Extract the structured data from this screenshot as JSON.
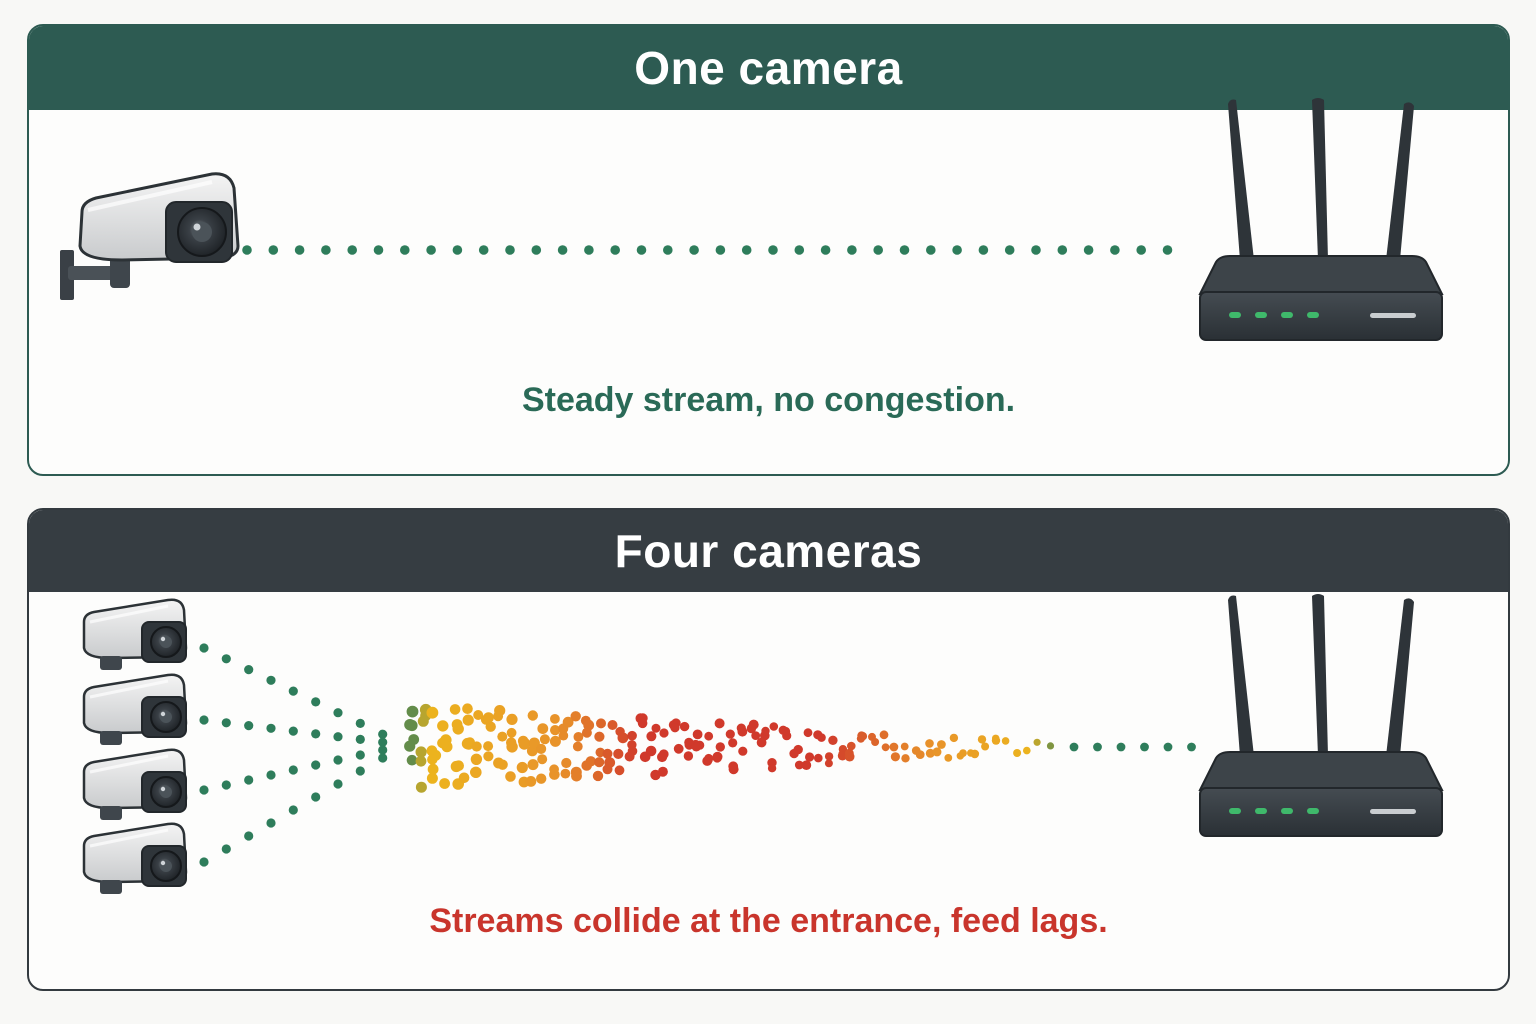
{
  "panels": {
    "one_camera": {
      "title": "One camera",
      "caption": "Steady stream, no congestion.",
      "camera_count": 1,
      "status": "steady"
    },
    "four_cameras": {
      "title": "Four cameras",
      "caption": "Streams collide at the entrance, feed lags.",
      "camera_count": 4,
      "status": "congested"
    }
  },
  "devices": {
    "source_icon": "security-camera-icon",
    "destination_icon": "wifi-router-icon",
    "router_status_lights": 4
  },
  "colors": {
    "header_green": "#2d5b52",
    "header_dark": "#363d42",
    "stream_green": "#2e7d5b",
    "congestion_yellow": "#ecb41e",
    "congestion_orange": "#e8922a",
    "congestion_red": "#d0392b",
    "caption_green": "#2a6a57",
    "caption_red": "#c9352c",
    "router_light": "#3fb96b"
  }
}
